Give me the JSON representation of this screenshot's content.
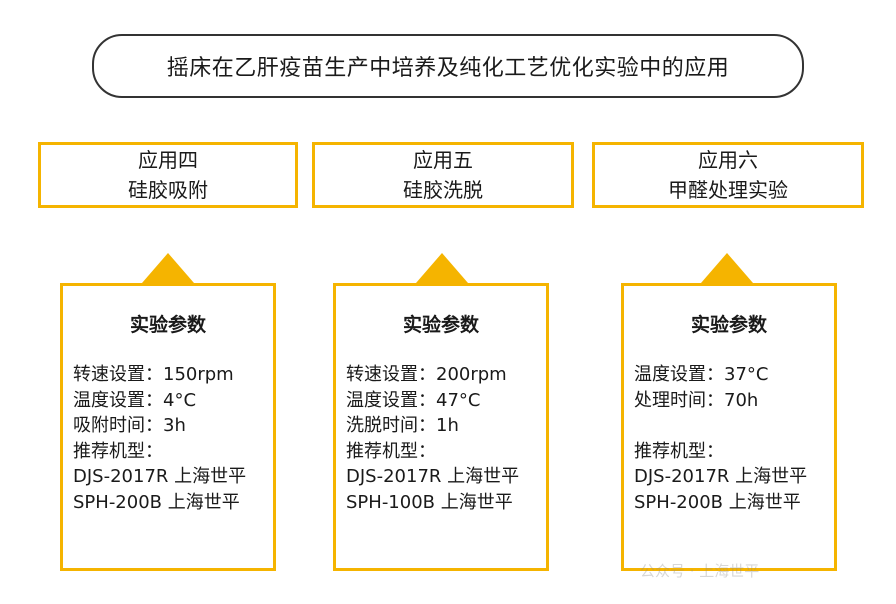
{
  "title": "摇床在乙肝疫苗生产中培养及纯化工艺优化实验中的应用",
  "applications": [
    {
      "name": "应用四",
      "subtitle": "硅胶吸附",
      "params_title": "实验参数",
      "lines": [
        "转速设置：150rpm",
        "温度设置：4°C",
        "吸附时间：3h",
        "推荐机型：",
        "DJS-2017R 上海世平",
        "SPH-200B 上海世平"
      ]
    },
    {
      "name": "应用五",
      "subtitle": "硅胶洗脱",
      "params_title": "实验参数",
      "lines": [
        "转速设置：200rpm",
        "温度设置：47°C",
        "洗脱时间：1h",
        "推荐机型：",
        "DJS-2017R 上海世平",
        "SPH-100B 上海世平"
      ]
    },
    {
      "name": "应用六",
      "subtitle": "甲醛处理实验",
      "params_title": "实验参数",
      "lines": [
        "温度设置：37°C",
        "处理时间：70h",
        "",
        "推荐机型：",
        "DJS-2017R 上海世平",
        "SPH-200B 上海世平"
      ]
    }
  ],
  "watermark": "公众号 · 上海世平",
  "colors": {
    "accent": "#f5b400",
    "outline": "#333333"
  }
}
